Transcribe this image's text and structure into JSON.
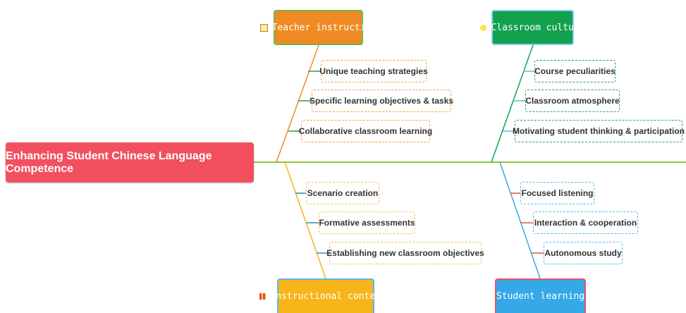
{
  "head": {
    "label": "Enhancing Student Chinese Language Competence"
  },
  "categories": [
    {
      "key": "teacher_instruction",
      "label": "Teacher instruction",
      "icon": "chalkboard-icon",
      "color": "#f08a24",
      "causes": [
        "Unique teaching strategies",
        "Specific learning objectives & tasks",
        "Collaborative classroom learning"
      ]
    },
    {
      "key": "classroom_culture",
      "label": "Classroom culture",
      "icon": "lightbulb-icon",
      "color": "#14a14e",
      "causes": [
        "Course peculiarities",
        "Classroom atmosphere",
        "Motivating student thinking & participation"
      ]
    },
    {
      "key": "instructional_contents",
      "label": "Instructional contents",
      "icon": "books-icon",
      "color": "#f7b51a",
      "causes": [
        "Scenario creation",
        "Formative assessments",
        "Establishing new classroom objectives"
      ]
    },
    {
      "key": "student_learning",
      "label": "Student learning",
      "icon": "",
      "color": "#35a8e8",
      "causes": [
        "Focused listening",
        "Interaction & cooperation",
        "Autonomous study"
      ]
    }
  ],
  "colors": {
    "spine": "#8cc63f",
    "head": "#f2505f"
  }
}
